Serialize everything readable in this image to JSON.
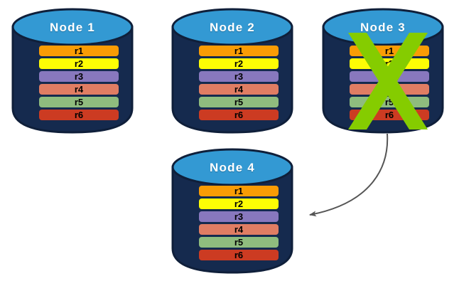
{
  "diagram": {
    "title": "",
    "type": "distributed-database-node-failover",
    "colors": {
      "background": "#ffffff",
      "cylinder_body": "#152a4e",
      "cylinder_top": "#3399d3",
      "cylinder_outline": "#0f1f3a",
      "label_text": "#ffffff",
      "record_text": "#000000",
      "x_mark_green": "#85cc00",
      "arrow": "#555555"
    },
    "record_colors": {
      "r1": "#f99c05",
      "r2": "#fdfd05",
      "r3": "#8878be",
      "r4": "#e07d63",
      "r5": "#8fbc7e",
      "r6": "#cc3b22"
    },
    "nodes": [
      {
        "id": "node-1",
        "label": "Node  1",
        "failed": false,
        "records": [
          {
            "id": "r1",
            "label": "r1"
          },
          {
            "id": "r2",
            "label": "r2"
          },
          {
            "id": "r3",
            "label": "r3"
          },
          {
            "id": "r4",
            "label": "r4"
          },
          {
            "id": "r5",
            "label": "r5"
          },
          {
            "id": "r6",
            "label": "r6"
          }
        ]
      },
      {
        "id": "node-2",
        "label": "Node  2",
        "failed": false,
        "records": [
          {
            "id": "r1",
            "label": "r1"
          },
          {
            "id": "r2",
            "label": "r2"
          },
          {
            "id": "r3",
            "label": "r3"
          },
          {
            "id": "r4",
            "label": "r4"
          },
          {
            "id": "r5",
            "label": "r5"
          },
          {
            "id": "r6",
            "label": "r6"
          }
        ]
      },
      {
        "id": "node-3",
        "label": "Node  3",
        "failed": true,
        "records": [
          {
            "id": "r1",
            "label": "r1"
          },
          {
            "id": "r2",
            "label": "r2"
          },
          {
            "id": "r3",
            "label": "r3"
          },
          {
            "id": "r4",
            "label": "r4"
          },
          {
            "id": "r5",
            "label": "r5"
          },
          {
            "id": "r6",
            "label": "r6"
          }
        ]
      },
      {
        "id": "node-4",
        "label": "Node  4",
        "failed": false,
        "records": [
          {
            "id": "r1",
            "label": "r1"
          },
          {
            "id": "r2",
            "label": "r2"
          },
          {
            "id": "r3",
            "label": "r3"
          },
          {
            "id": "r4",
            "label": "r4"
          },
          {
            "id": "r5",
            "label": "r5"
          },
          {
            "id": "r6",
            "label": "r6"
          }
        ]
      }
    ],
    "annotations": {
      "failure_marker": "x-mark",
      "arrow_from": "node-3",
      "arrow_to": "node-4",
      "arrow_label": ""
    }
  }
}
